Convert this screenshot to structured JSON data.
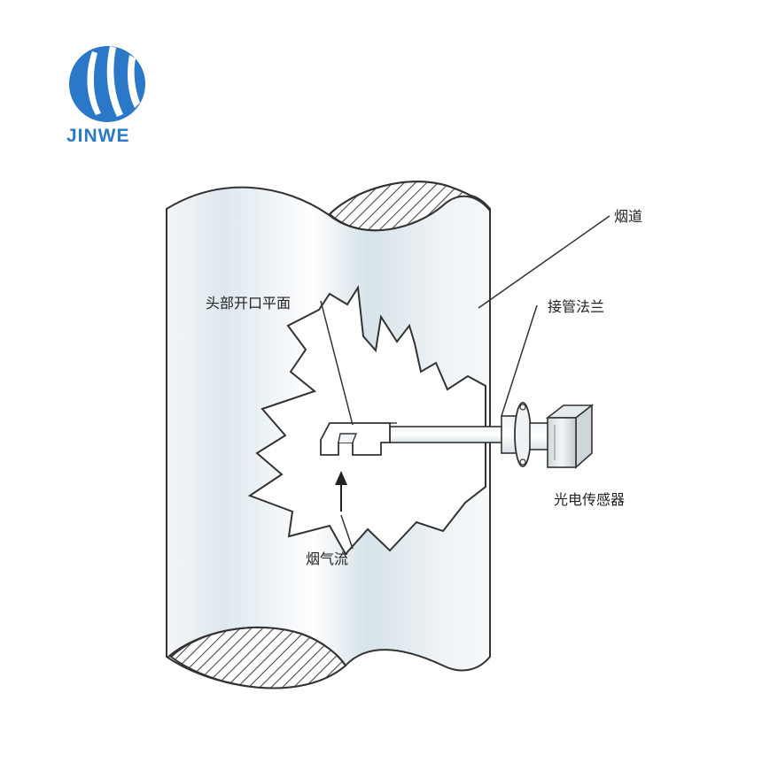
{
  "logo": {
    "text": "JINWE",
    "color": "#2a78c7"
  },
  "labels": {
    "flue": "烟道",
    "flange": "接管法兰",
    "head_plane": "头部开口平面",
    "sensor": "光电传感器",
    "gas_flow": "烟气流"
  },
  "colors": {
    "line": "#333333",
    "pipe_highlight": "#dbe7ec",
    "hatch": "#555555",
    "text": "#222222"
  }
}
